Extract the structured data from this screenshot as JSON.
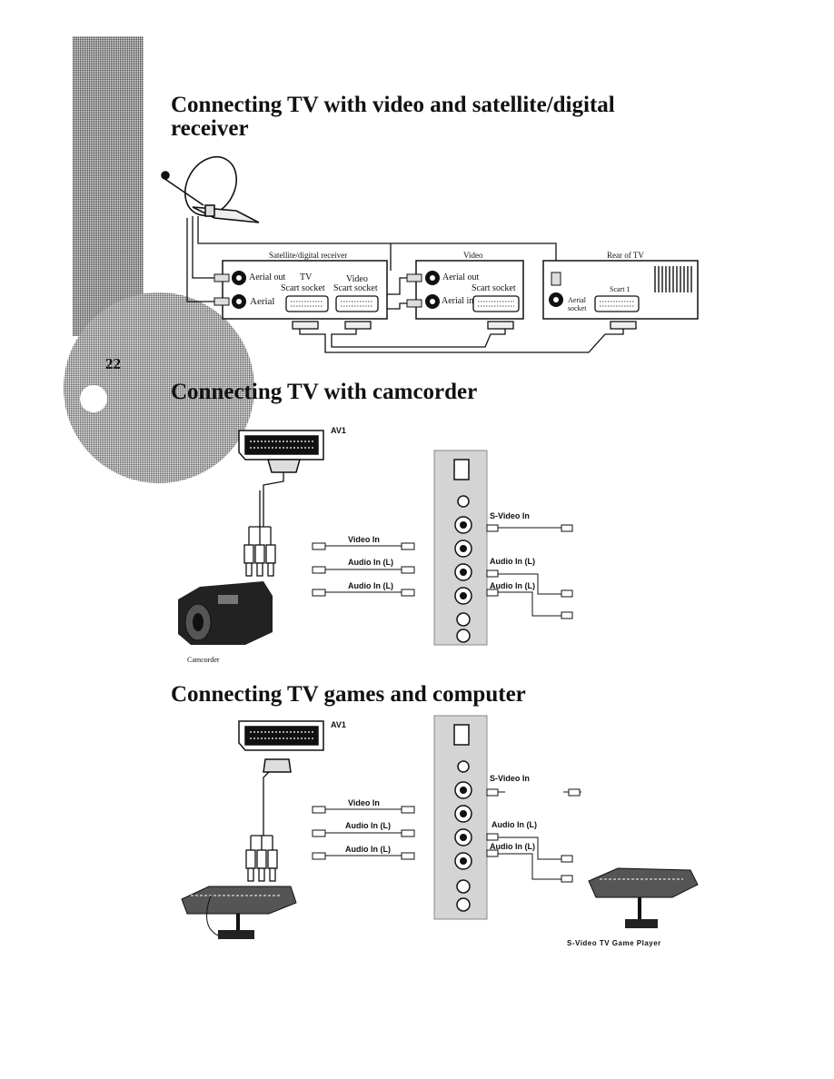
{
  "page_number": "22",
  "sections": [
    {
      "heading_line1": "Connecting TV with video and satellite/digital",
      "heading_line2": "receiver",
      "boxes": {
        "receiver_title": "Satellite/digital receiver",
        "receiver_aerial_out": "Aerial out",
        "receiver_aerial": "Aerial",
        "receiver_tv": "TV",
        "receiver_tv_scart": "Scart socket",
        "receiver_video": "Video",
        "receiver_video_scart": "Scart socket",
        "video_title": "Video",
        "video_aerial_out": "Aerial out",
        "video_aerial_in": "Aerial in",
        "video_scart": "Scart socket",
        "tv_title": "Rear of TV",
        "tv_scart": "Scart 1",
        "tv_aerial_socket_1": "Aerial",
        "tv_aerial_socket_2": "socket"
      }
    },
    {
      "heading": "Connecting TV with camcorder",
      "scart_label": "AV1",
      "cable_labels": [
        "Video In",
        "Audio In (L)",
        "Audio In (L)"
      ],
      "panel_labels": [
        "S-Video In",
        "Audio In (L)",
        "Audio In (L)"
      ],
      "device_label": "Camcorder"
    },
    {
      "heading": "Connecting TV games and computer",
      "scart_label": "AV1",
      "cable_labels": [
        "Video In",
        "Audio In (L)",
        "Audio In (L)"
      ],
      "panel_labels": [
        "S-Video In",
        "Audio In (L)",
        "Audio In (L)"
      ],
      "device_label": "S-Video TV Game Player"
    }
  ]
}
